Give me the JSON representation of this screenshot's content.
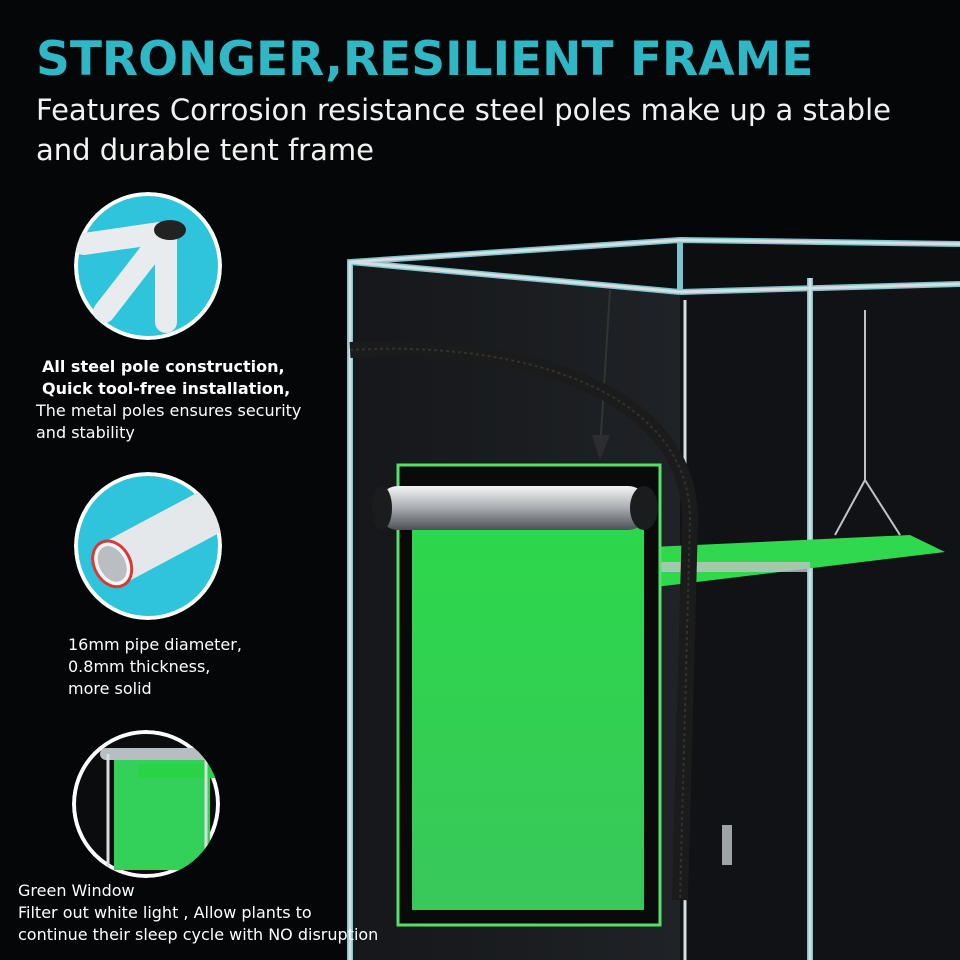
{
  "header": {
    "title": "STRONGER,RESILIENT FRAME",
    "subtitle": "Features Corrosion resistance steel poles make up a stable and durable tent frame"
  },
  "callouts": [
    {
      "icon": "pole-joint-icon",
      "bold_lines": [
        "All steel pole construction,",
        "Quick tool-free installation,"
      ],
      "lines": [
        "The metal poles ensures security",
        "and stability"
      ]
    },
    {
      "icon": "pipe-cross-section-icon",
      "lines": [
        "16mm pipe diameter,",
        "0.8mm thickness,",
        "more solid"
      ]
    },
    {
      "icon": "green-window-icon",
      "lines": [
        "Green Window",
        "Filter out white light , Allow plants to",
        "continue their sleep cycle with NO disruption"
      ]
    }
  ],
  "colors": {
    "accent": "#2fb7c6",
    "circle_bg": "#2ec4dc",
    "window_green": "#35d34f",
    "frame_glow": "#8fe6f2",
    "background": "#050607"
  }
}
